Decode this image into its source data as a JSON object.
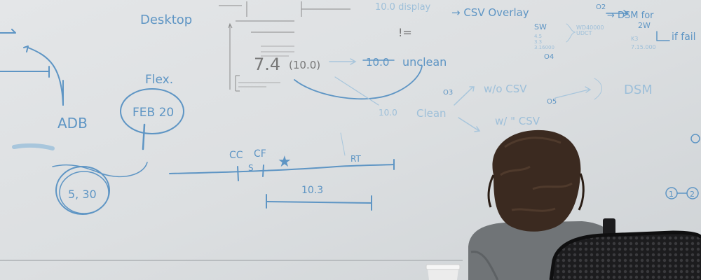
{
  "board": {
    "desktop": "Desktop",
    "flex": "Flex.",
    "feb20": "FEB 20",
    "adb": "ADB",
    "circled_5_30": "5, 30",
    "cc": "CC",
    "cf": "CF",
    "s": "S",
    "star": "★",
    "rt": "RT",
    "span_value": "10.3",
    "value_74": "7.4",
    "value_100_paren": "(10.0)",
    "unclean_prefix": "10.0",
    "unclean": "unclean",
    "clean_prefix": "10.0",
    "clean": "Clean",
    "not_equal": "!=",
    "csv_overlay": "→ CSV Overlay",
    "dsm_for": "→ DSM for",
    "if_fail": "if fail",
    "w_o_csv": "w/o CSV",
    "w_csv": "w/ \" CSV",
    "dsm": "DSM",
    "o2": "O2",
    "o3": "O3",
    "o4": "O4",
    "o5": "O5",
    "sw": "SW",
    "twow": "2W",
    "circle_1": "1",
    "circle_2": "2"
  },
  "colors": {
    "marker": "#5e95c4",
    "board": "#d9dcde",
    "hair": "#3b2a20",
    "sweater": "#6f7376",
    "chair": "#1c1c1e"
  }
}
